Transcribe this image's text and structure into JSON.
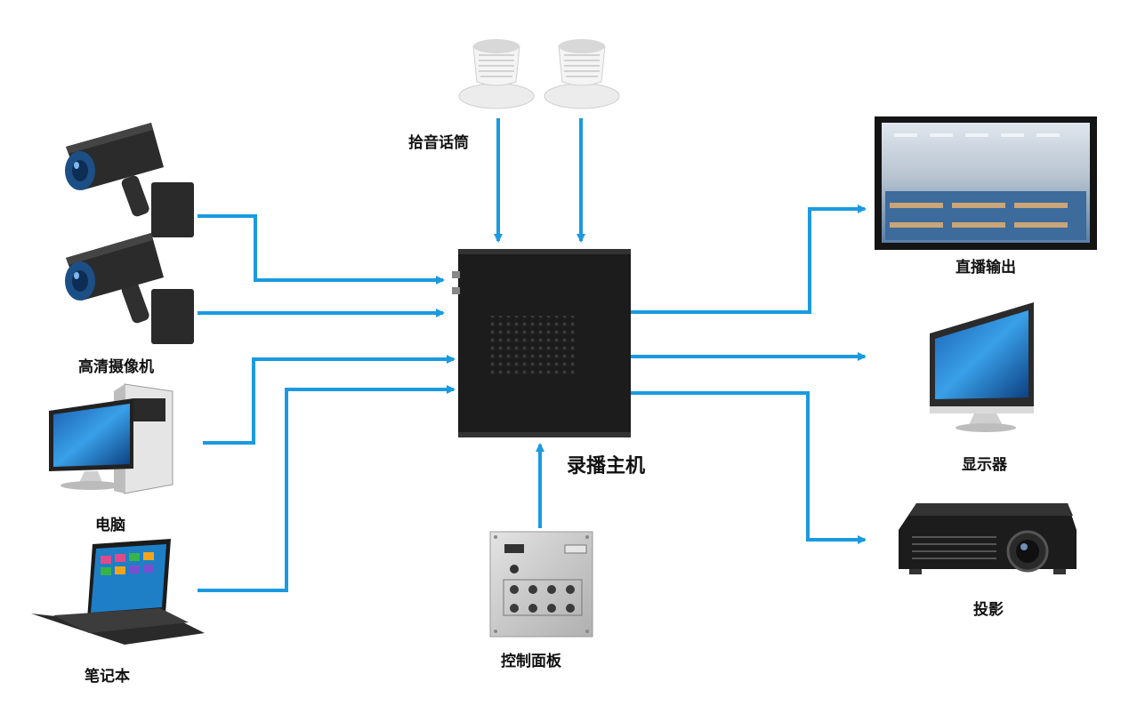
{
  "colors": {
    "connector": "#1a9ae0",
    "device_dark": "#1c1c1c",
    "background": "#ffffff"
  },
  "labels": {
    "microphone": "拾音话筒",
    "camera": "高清摄像机",
    "pc": "电脑",
    "laptop": "笔记本",
    "host": "录播主机",
    "panel": "控制面板",
    "live": "直播输出",
    "monitor": "显示器",
    "projector": "投影"
  },
  "icons": {
    "microphone": "ceiling-microphone-icon",
    "camera": "hd-camera-icon",
    "pc": "desktop-computer-icon",
    "laptop": "laptop-icon",
    "host": "recording-host-box",
    "panel": "control-panel-icon",
    "live": "live-output-screen-icon",
    "monitor": "monitor-icon",
    "projector": "projector-icon"
  }
}
